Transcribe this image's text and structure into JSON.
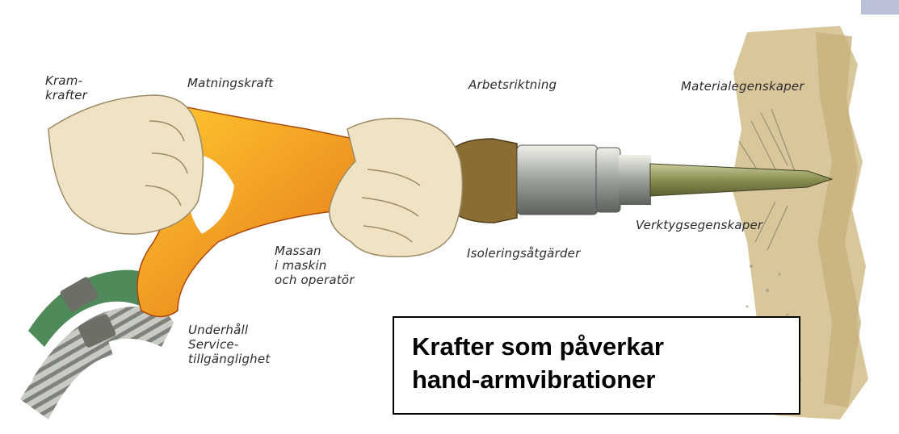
{
  "labels": {
    "kramkrafter": [
      "Kram-",
      "krafter"
    ],
    "matningskraft": "Matningskraft",
    "arbetsriktning": "Arbetsriktning",
    "materialegenskaper": "Materialegenskaper",
    "verktygsegenskaper": "Verktygsegenskaper",
    "isoleringsatgarder": "Isoleringsåtgärder",
    "massan": [
      "Massan",
      "i maskin",
      "och operatör"
    ],
    "underhall": [
      "Underhåll",
      "Service-",
      "tillgänglighet"
    ]
  },
  "caption": {
    "lines": [
      "Krafter som påverkar",
      "hand-armvibrationer"
    ]
  },
  "colors": {
    "handle_orange": "#f2a11e",
    "hose_green": "#4f8a5a",
    "tool_olive": "#8a8d4f",
    "hand_skin": "#efe3c3"
  }
}
